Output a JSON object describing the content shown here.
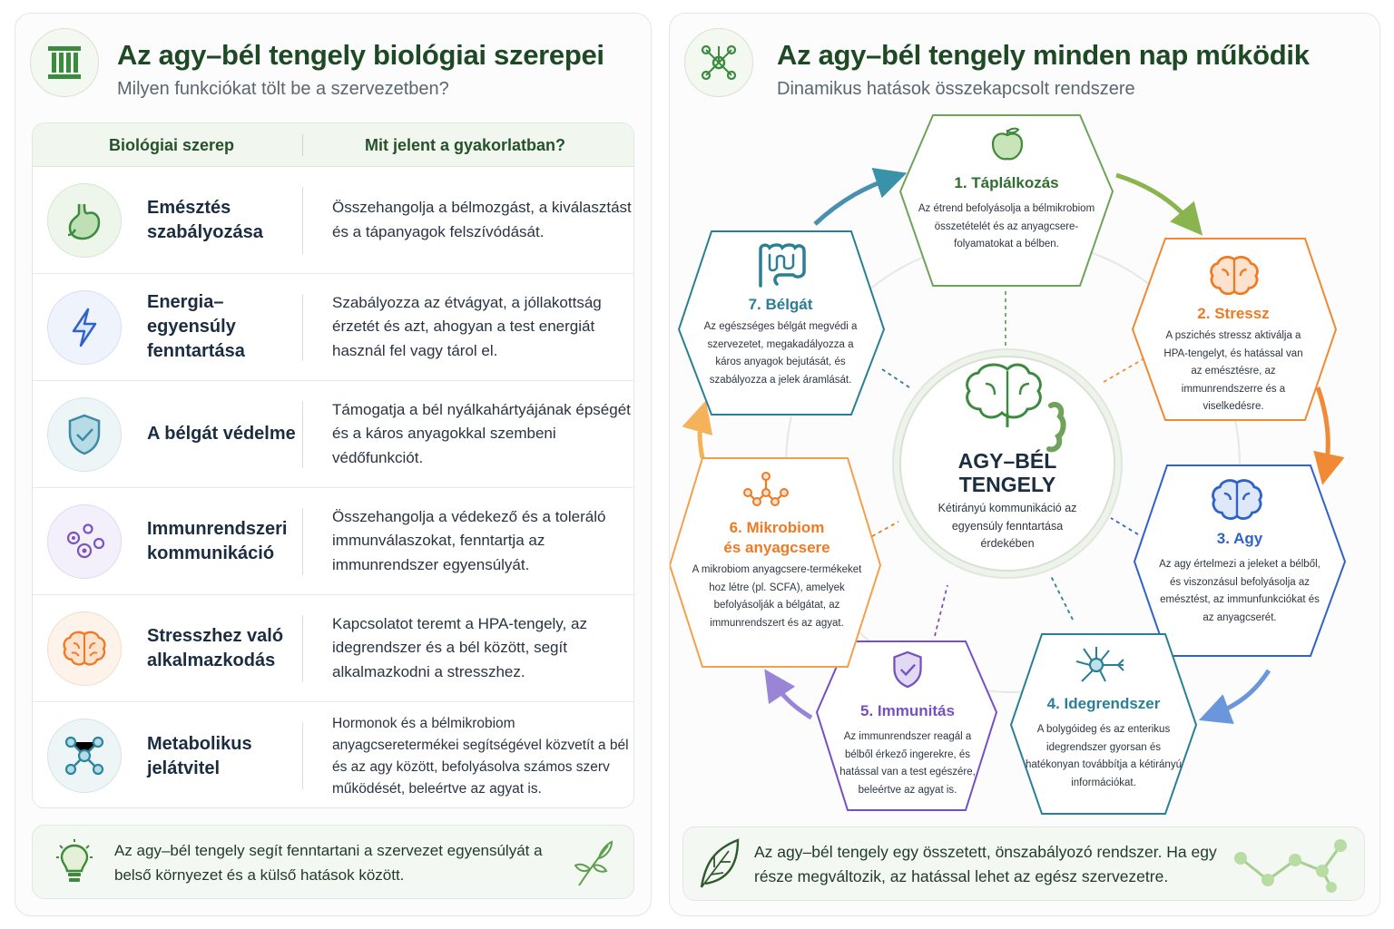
{
  "left": {
    "title": "Az agy–bél tengely biológiai szerepei",
    "subtitle": "Milyen funkciókat tölt be a szervezetben?",
    "table": {
      "headers": [
        "Biológiai szerep",
        "Mit jelent a gyakorlatban?"
      ],
      "rows": [
        {
          "role": "Emésztés szabályozása",
          "desc": "Összehangolja a bélmozgást, a kiválasztást és a tápanyagok felszívódását.",
          "icon": "stomach-icon",
          "color": "#3b8a3f"
        },
        {
          "role": "Energia–egyensúly fenntartása",
          "desc": "Szabályozza az étvágyat, a jóllakottság érzetét és azt, ahogyan a test energiát használ fel vagy tárol el.",
          "icon": "lightning-icon",
          "color": "#2f63c9"
        },
        {
          "role": "A bélgát védelme",
          "desc": "Támogatja a bél nyálkahártyájának épségét és a káros anyagokkal szembeni védőfunkciót.",
          "icon": "shield-check-icon",
          "color": "#3d8aa6"
        },
        {
          "role": "Immunrendszeri kommunikáció",
          "desc": "Összehangolja a védekező és a toleráló immunválaszokat, fenntartja az immunrendszer egyensúlyát.",
          "icon": "immune-cells-icon",
          "color": "#7a55c2"
        },
        {
          "role": "Stresszhez való alkalmazkodás",
          "desc": "Kapcsolatot teremt a HPA-tengely, az idegrendszer és a bél között, segít alkalmazkodni a stresszhez.",
          "icon": "brain-icon",
          "color": "#ef7a2a"
        },
        {
          "role": "Metabolikus jelátvitel",
          "desc": "Hormonok és a bélmikrobiom anyagcseretermékei segítségével közvetít a bél és az agy között, befolyásolva számos szerv működését, beleértve az agyat is.",
          "icon": "molecule-icon",
          "color": "#2d86a0"
        }
      ]
    },
    "footer": "Az agy–bél tengely segít fenntartani a szervezet egyensúlyát a belső környezet és a külső hatások között."
  },
  "right": {
    "title": "Az agy–bél tengely minden nap működik",
    "subtitle": "Dinamikus hatások összekapcsolt rendszere",
    "center": {
      "title": "AGY–BÉL TENGELY",
      "desc": "Kétirányú kommunikáció az egyensúly fenntartása érdekében"
    },
    "nodes": [
      {
        "title": "1. Táplálkozás",
        "desc": "Az étrend befolyásolja a bélmikrobiom összetételét és az anyagcsere-folyamatokat a bélben.",
        "color": "#3f8a3a",
        "icon": "apple-icon"
      },
      {
        "title": "2. Stressz",
        "desc": "A pszichés stressz aktiválja a HPA-tengelyt, és hatással van az emésztésre, az immunrendszerre és a viselkedésre.",
        "color": "#ee7a22",
        "icon": "brain-icon"
      },
      {
        "title": "3. Agy",
        "desc": "Az agy értelmezi a jeleket a bélből, és viszonzásul befolyásolja az emésztést, az immunfunkciókat és az anyagcserét.",
        "color": "#2f63c9",
        "icon": "brain-icon"
      },
      {
        "title": "4. Idegrendszer",
        "desc": "A bolygóideg és az enterikus idegrendszer gyorsan és hatékonyan továbbítja a kétirányú információkat.",
        "color": "#2a7f96",
        "icon": "neuron-icon"
      },
      {
        "title": "5. Immunitás",
        "desc": "Az immunrendszer reagál a bélből érkező ingerekre, és hatással van a test egészére, beleértve az agyat is.",
        "color": "#7650c2",
        "icon": "shield-check-icon"
      },
      {
        "title": "6. Mikrobiom és anyagcsere",
        "desc": "A mikrobiom anyagcsere-termékeket hoz létre (pl. SCFA), amelyek befolyásolják a bélgátat, az immunrendszert és az agyat.",
        "color": "#ee7a22",
        "icon": "molecule-icon"
      },
      {
        "title": "7. Bélgát",
        "desc": "Az egészséges bélgát megvédi a szervezetet, megakadályozza a káros anyagok bejutását, és szabályozza a jelek áramlását.",
        "color": "#2a7f96",
        "icon": "intestine-icon"
      }
    ],
    "footer": "Az agy–bél tengely egy összetett, önszabályozó rendszer. Ha egy része megváltozik, az hatással lehet az egész szervezetre."
  }
}
